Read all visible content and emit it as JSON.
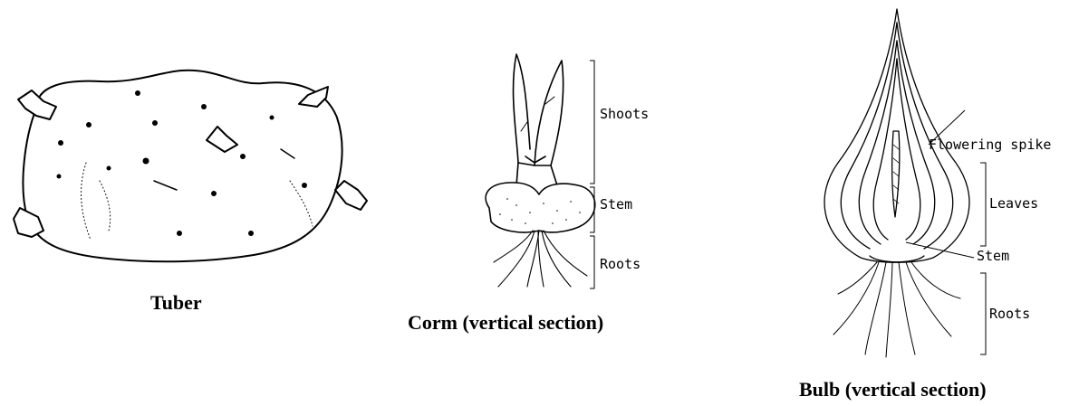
{
  "tuber": {
    "caption": "Tuber"
  },
  "corm": {
    "caption": "Corm (vertical section)",
    "labels": {
      "shoots": "Shoots",
      "stem": "Stem",
      "roots": "Roots"
    }
  },
  "bulb": {
    "caption": "Bulb (vertical section)",
    "labels": {
      "flowering_spike": "Flowering spike",
      "leaves": "Leaves",
      "stem": "Stem",
      "roots": "Roots"
    }
  }
}
